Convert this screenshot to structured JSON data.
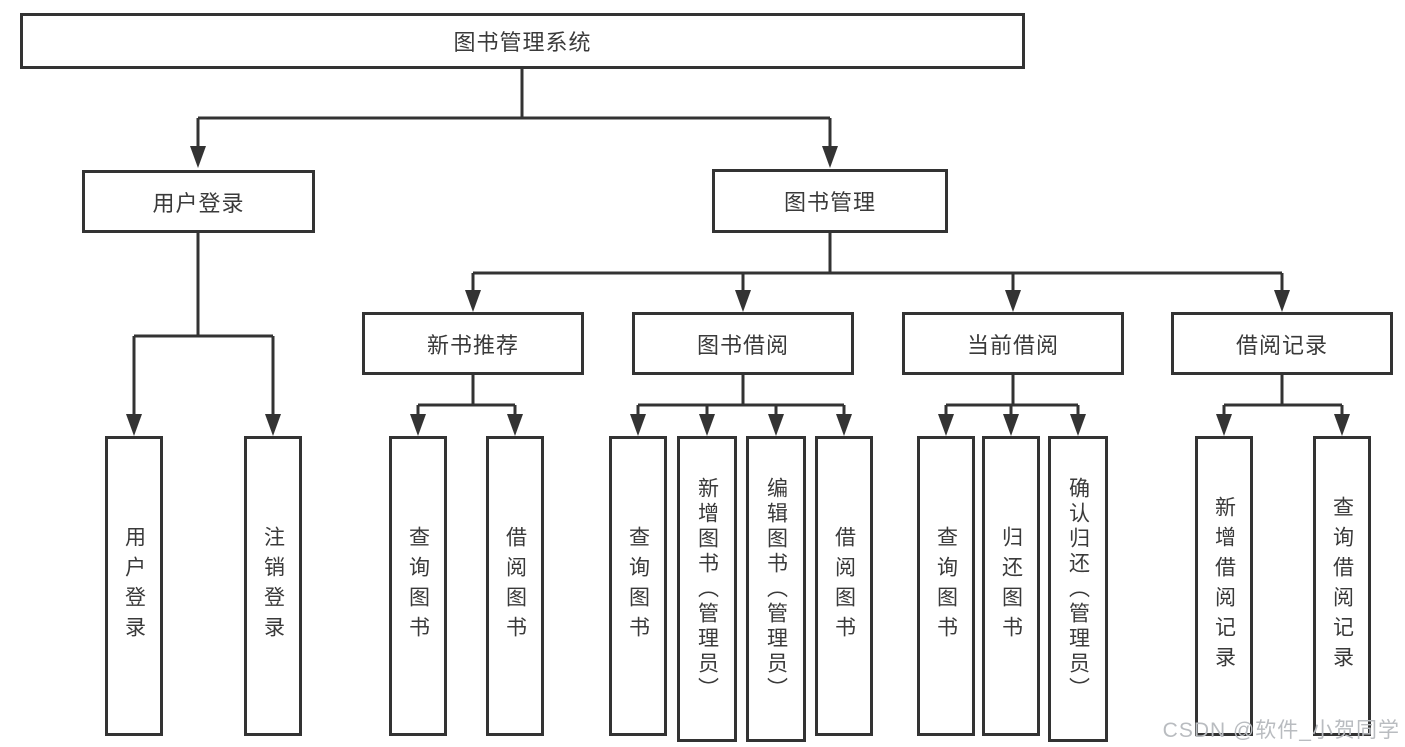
{
  "colors": {
    "line": "#333333",
    "box_border": "#333333",
    "box_background": "#ffffff",
    "text": "#3a3a3a",
    "watermark_text": "#b9bcc0",
    "page_background": "#ffffff"
  },
  "tree": {
    "root": {
      "label": "图书管理系统",
      "children": [
        {
          "label": "用户登录",
          "children": [
            {
              "label": "用户登录"
            },
            {
              "label": "注销登录"
            }
          ]
        },
        {
          "label": "图书管理",
          "children": [
            {
              "label": "新书推荐",
              "children": [
                {
                  "label": "查询图书"
                },
                {
                  "label": "借阅图书"
                }
              ]
            },
            {
              "label": "图书借阅",
              "children": [
                {
                  "label": "查询图书"
                },
                {
                  "label": "新增图书（管理员）"
                },
                {
                  "label": "编辑图书（管理员）"
                },
                {
                  "label": "借阅图书"
                }
              ]
            },
            {
              "label": "当前借阅",
              "children": [
                {
                  "label": "查询图书"
                },
                {
                  "label": "归还图书"
                },
                {
                  "label": "确认归还（管理员）"
                }
              ]
            },
            {
              "label": "借阅记录",
              "children": [
                {
                  "label": "新增借阅记录"
                },
                {
                  "label": "查询借阅记录"
                }
              ]
            }
          ]
        }
      ]
    }
  },
  "watermark": {
    "text": "CSDN @软件_小贺同学"
  }
}
